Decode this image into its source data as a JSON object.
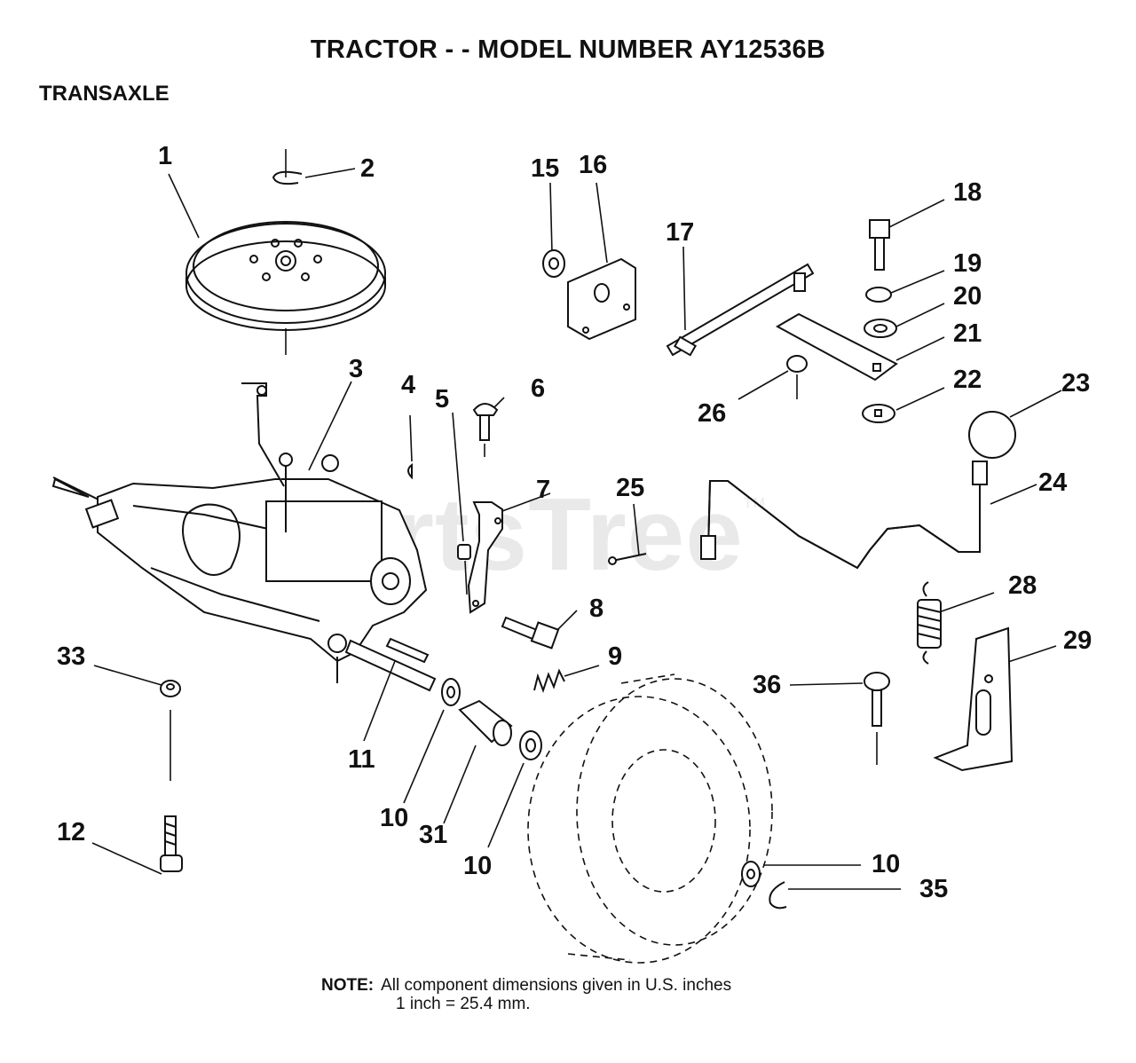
{
  "header": {
    "title": "TRACTOR - - MODEL NUMBER AY12536B",
    "section": "TRANSAXLE"
  },
  "watermark": {
    "text": "PartsTree",
    "mark": "TM"
  },
  "callouts": [
    {
      "id": "c1",
      "text": "1"
    },
    {
      "id": "c2",
      "text": "2"
    },
    {
      "id": "c3",
      "text": "3"
    },
    {
      "id": "c4",
      "text": "4"
    },
    {
      "id": "c5",
      "text": "5"
    },
    {
      "id": "c6",
      "text": "6"
    },
    {
      "id": "c7",
      "text": "7"
    },
    {
      "id": "c8",
      "text": "8"
    },
    {
      "id": "c9",
      "text": "9"
    },
    {
      "id": "c10a",
      "text": "10"
    },
    {
      "id": "c10b",
      "text": "10"
    },
    {
      "id": "c10c",
      "text": "10"
    },
    {
      "id": "c11",
      "text": "11"
    },
    {
      "id": "c12",
      "text": "12"
    },
    {
      "id": "c15",
      "text": "15"
    },
    {
      "id": "c16",
      "text": "16"
    },
    {
      "id": "c17",
      "text": "17"
    },
    {
      "id": "c18",
      "text": "18"
    },
    {
      "id": "c19",
      "text": "19"
    },
    {
      "id": "c20",
      "text": "20"
    },
    {
      "id": "c21",
      "text": "21"
    },
    {
      "id": "c22",
      "text": "22"
    },
    {
      "id": "c23",
      "text": "23"
    },
    {
      "id": "c24",
      "text": "24"
    },
    {
      "id": "c25",
      "text": "25"
    },
    {
      "id": "c26",
      "text": "26"
    },
    {
      "id": "c28",
      "text": "28"
    },
    {
      "id": "c29",
      "text": "29"
    },
    {
      "id": "c31",
      "text": "31"
    },
    {
      "id": "c33",
      "text": "33"
    },
    {
      "id": "c35",
      "text": "35"
    },
    {
      "id": "c36",
      "text": "36"
    }
  ],
  "note": {
    "label": "NOTE:",
    "line1": "All component dimensions given in U.S. inches",
    "line2": "1 inch = 25.4 mm."
  }
}
